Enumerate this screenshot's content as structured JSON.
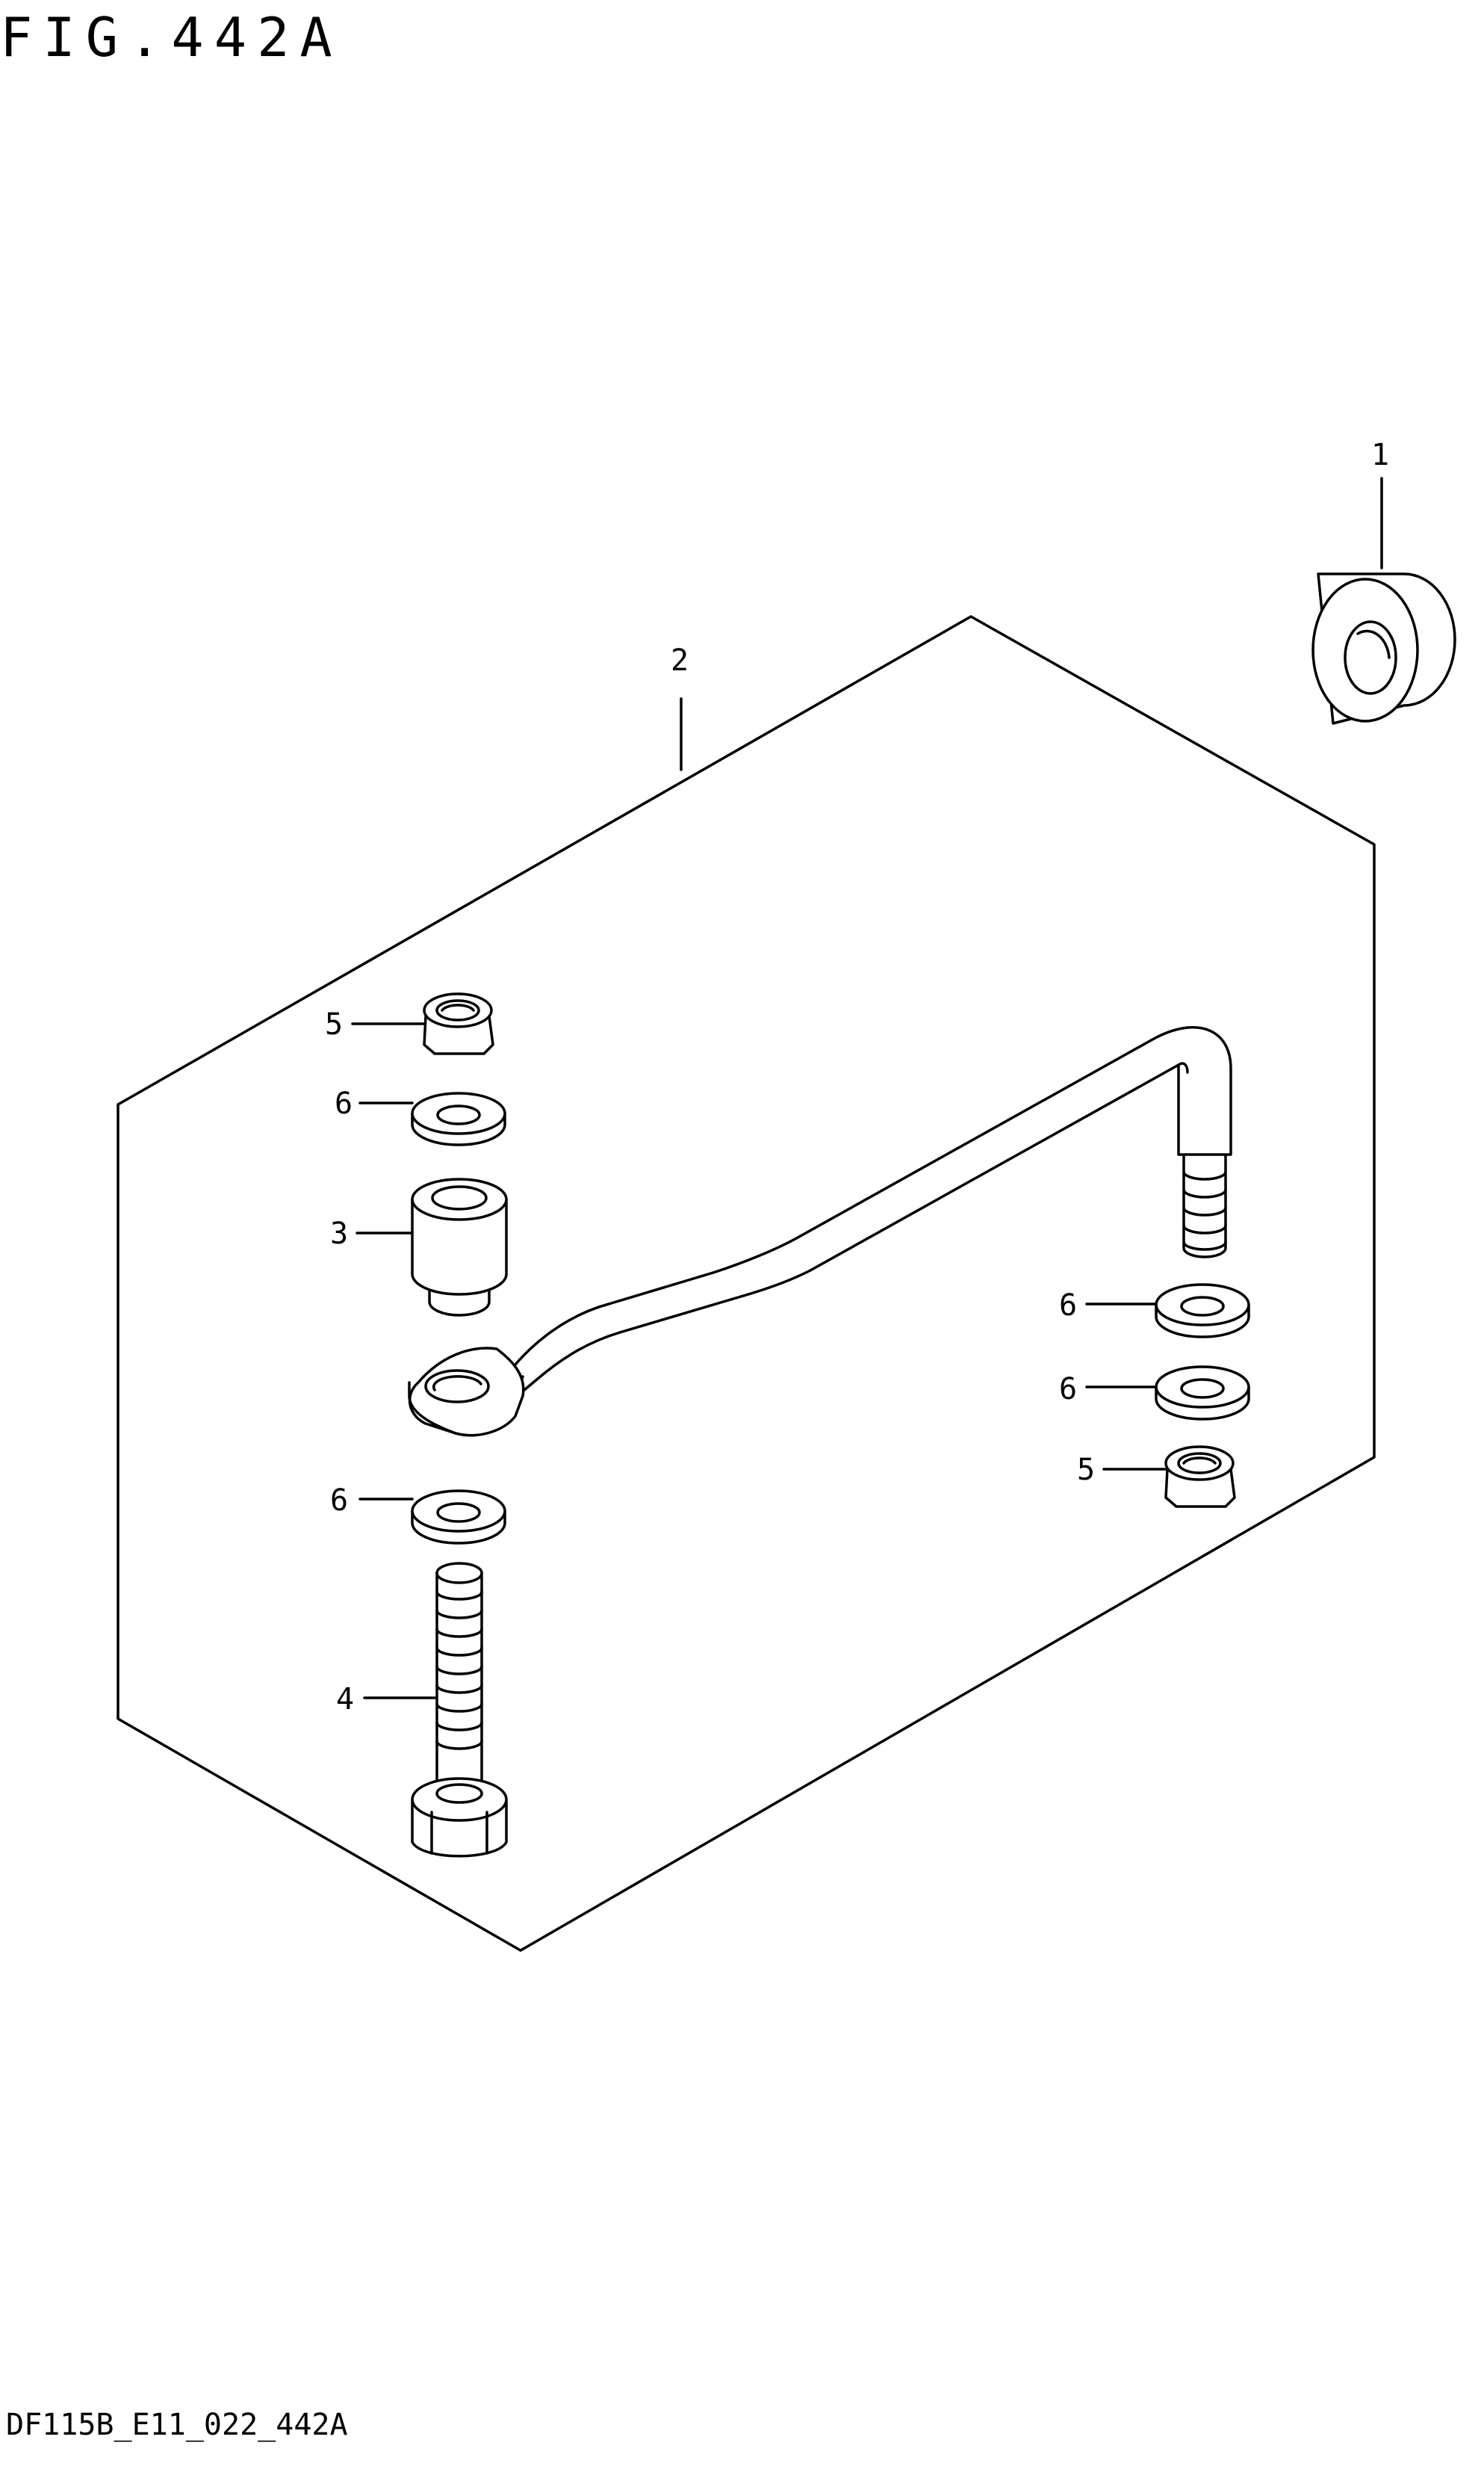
{
  "figure": {
    "title": "FIG.442A"
  },
  "footer": {
    "code": "DF115B_E11_022_442A"
  },
  "callouts": {
    "c1": "1",
    "c2": "2",
    "c3": "3",
    "c4": "4",
    "c5_upper": "5",
    "c5_lower": "5",
    "c6_upper": "6",
    "c6_bolt": "6",
    "c6_right_upper": "6",
    "c6_right_lower": "6"
  }
}
